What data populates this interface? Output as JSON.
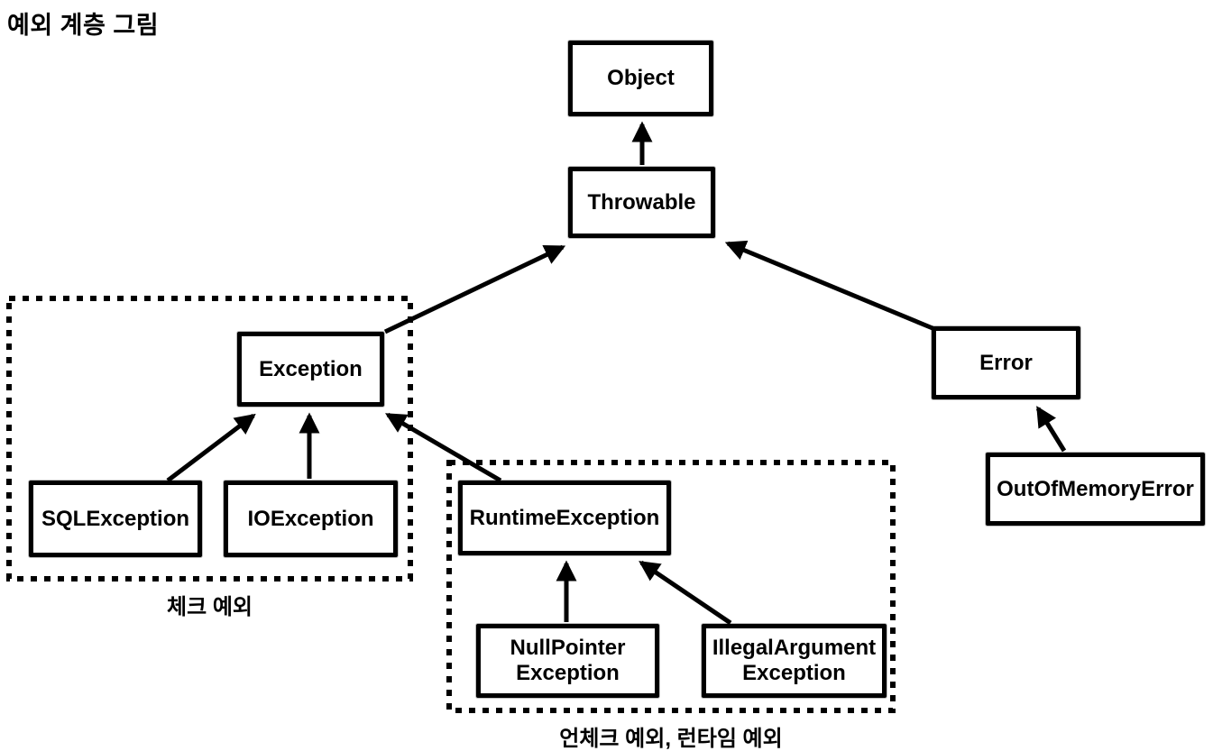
{
  "title": "예외 계층 그림",
  "colors": {
    "ink": "#000000",
    "background": "#ffffff"
  },
  "nodes": {
    "object": {
      "label": "Object"
    },
    "throwable": {
      "label": "Throwable"
    },
    "exception": {
      "label": "Exception"
    },
    "error": {
      "label": "Error"
    },
    "sql_exception": {
      "label": "SQLException"
    },
    "io_exception": {
      "label": "IOException"
    },
    "runtime_exception": {
      "label": "RuntimeException"
    },
    "null_pointer_exception": {
      "label": "NullPointer\nException"
    },
    "illegal_argument_exception": {
      "label": "IllegalArgument\nException"
    },
    "out_of_memory_error": {
      "label": "OutOfMemoryError"
    }
  },
  "groups": {
    "checked": {
      "label": "체크 예외"
    },
    "unchecked": {
      "label": "언체크 예외, 런타임 예외"
    }
  },
  "edges": [
    {
      "from": "Throwable",
      "to": "Object"
    },
    {
      "from": "Exception",
      "to": "Throwable"
    },
    {
      "from": "Error",
      "to": "Throwable"
    },
    {
      "from": "SQLException",
      "to": "Exception"
    },
    {
      "from": "IOException",
      "to": "Exception"
    },
    {
      "from": "RuntimeException",
      "to": "Exception"
    },
    {
      "from": "NullPointerException",
      "to": "RuntimeException"
    },
    {
      "from": "IllegalArgumentException",
      "to": "RuntimeException"
    },
    {
      "from": "OutOfMemoryError",
      "to": "Error"
    }
  ]
}
